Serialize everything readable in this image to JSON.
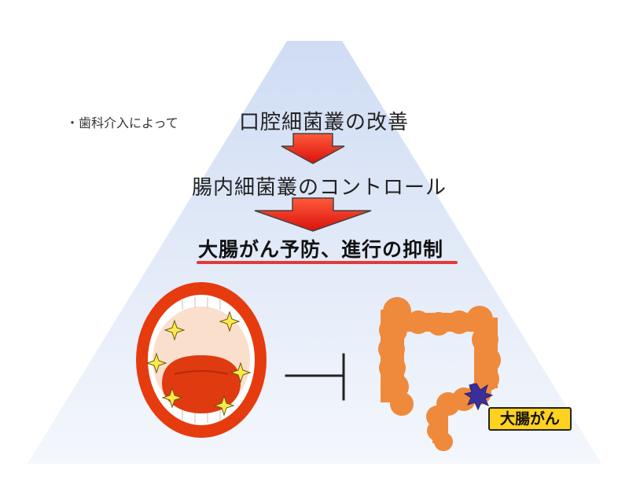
{
  "note": "・歯科介入によって",
  "steps": [
    "口腔細菌叢の改善",
    "腸内細菌叢のコントロール",
    "大腸がん予防、進行の抑制"
  ],
  "cancer_label": "大腸がん",
  "colors": {
    "arrow": "#e8231a",
    "lips": "#e63b0f",
    "mouth_inner": "#f9dfcc",
    "tongue": "#df3a10",
    "teeth": "#ffffff",
    "sparkle": "#fbe94a",
    "colon": "#ef8a3c",
    "tumor": "#3a2f9a",
    "label_bg": "#ffd21f",
    "underline": "#e23a3a",
    "pyramid": "#dfe8f8"
  },
  "icons": [
    "mouth-icon",
    "inhibition-icon",
    "colon-icon",
    "tumor-icon",
    "sparkle-icon"
  ]
}
